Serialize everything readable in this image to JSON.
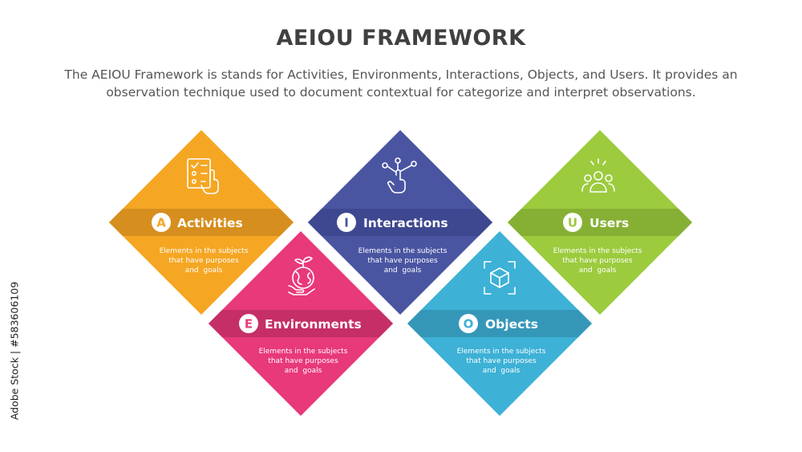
{
  "header": {
    "title": "AEIOU FRAMEWORK",
    "description": "The AEIOU Framework is stands for Activities, Environments, Interactions, Objects, and Users. It provides an observation technique used to document contextual for categorize and interpret observations."
  },
  "items": [
    {
      "letter": "A",
      "title": "Activities",
      "desc_lines": [
        "Elements in the subjects",
        "that have purposes",
        "and  goals"
      ],
      "color": "#F5A623",
      "band_color": "#D68E1E",
      "icon": "checklist-touch-icon"
    },
    {
      "letter": "E",
      "title": "Environments",
      "desc_lines": [
        "Elements in the subjects",
        "that have purposes",
        "and  goals"
      ],
      "color": "#E8397A",
      "band_color": "#C52E66",
      "icon": "globe-plant-icon"
    },
    {
      "letter": "I",
      "title": "Interactions",
      "desc_lines": [
        "Elements in the subjects",
        "that have purposes",
        "and  goals"
      ],
      "color": "#4A55A2",
      "band_color": "#3E4890",
      "icon": "touch-network-icon"
    },
    {
      "letter": "O",
      "title": "Objects",
      "desc_lines": [
        "Elements in the subjects",
        "that have purposes",
        "and  goals"
      ],
      "color": "#3DB1D6",
      "band_color": "#3597B8",
      "icon": "cube-scan-icon"
    },
    {
      "letter": "U",
      "title": "Users",
      "desc_lines": [
        "Elements in the subjects",
        "that have purposes",
        "and  goals"
      ],
      "color": "#9CCB3E",
      "band_color": "#86B034",
      "icon": "user-group-icon"
    }
  ],
  "watermark": {
    "text": "Adobe Stock | #583606109"
  }
}
